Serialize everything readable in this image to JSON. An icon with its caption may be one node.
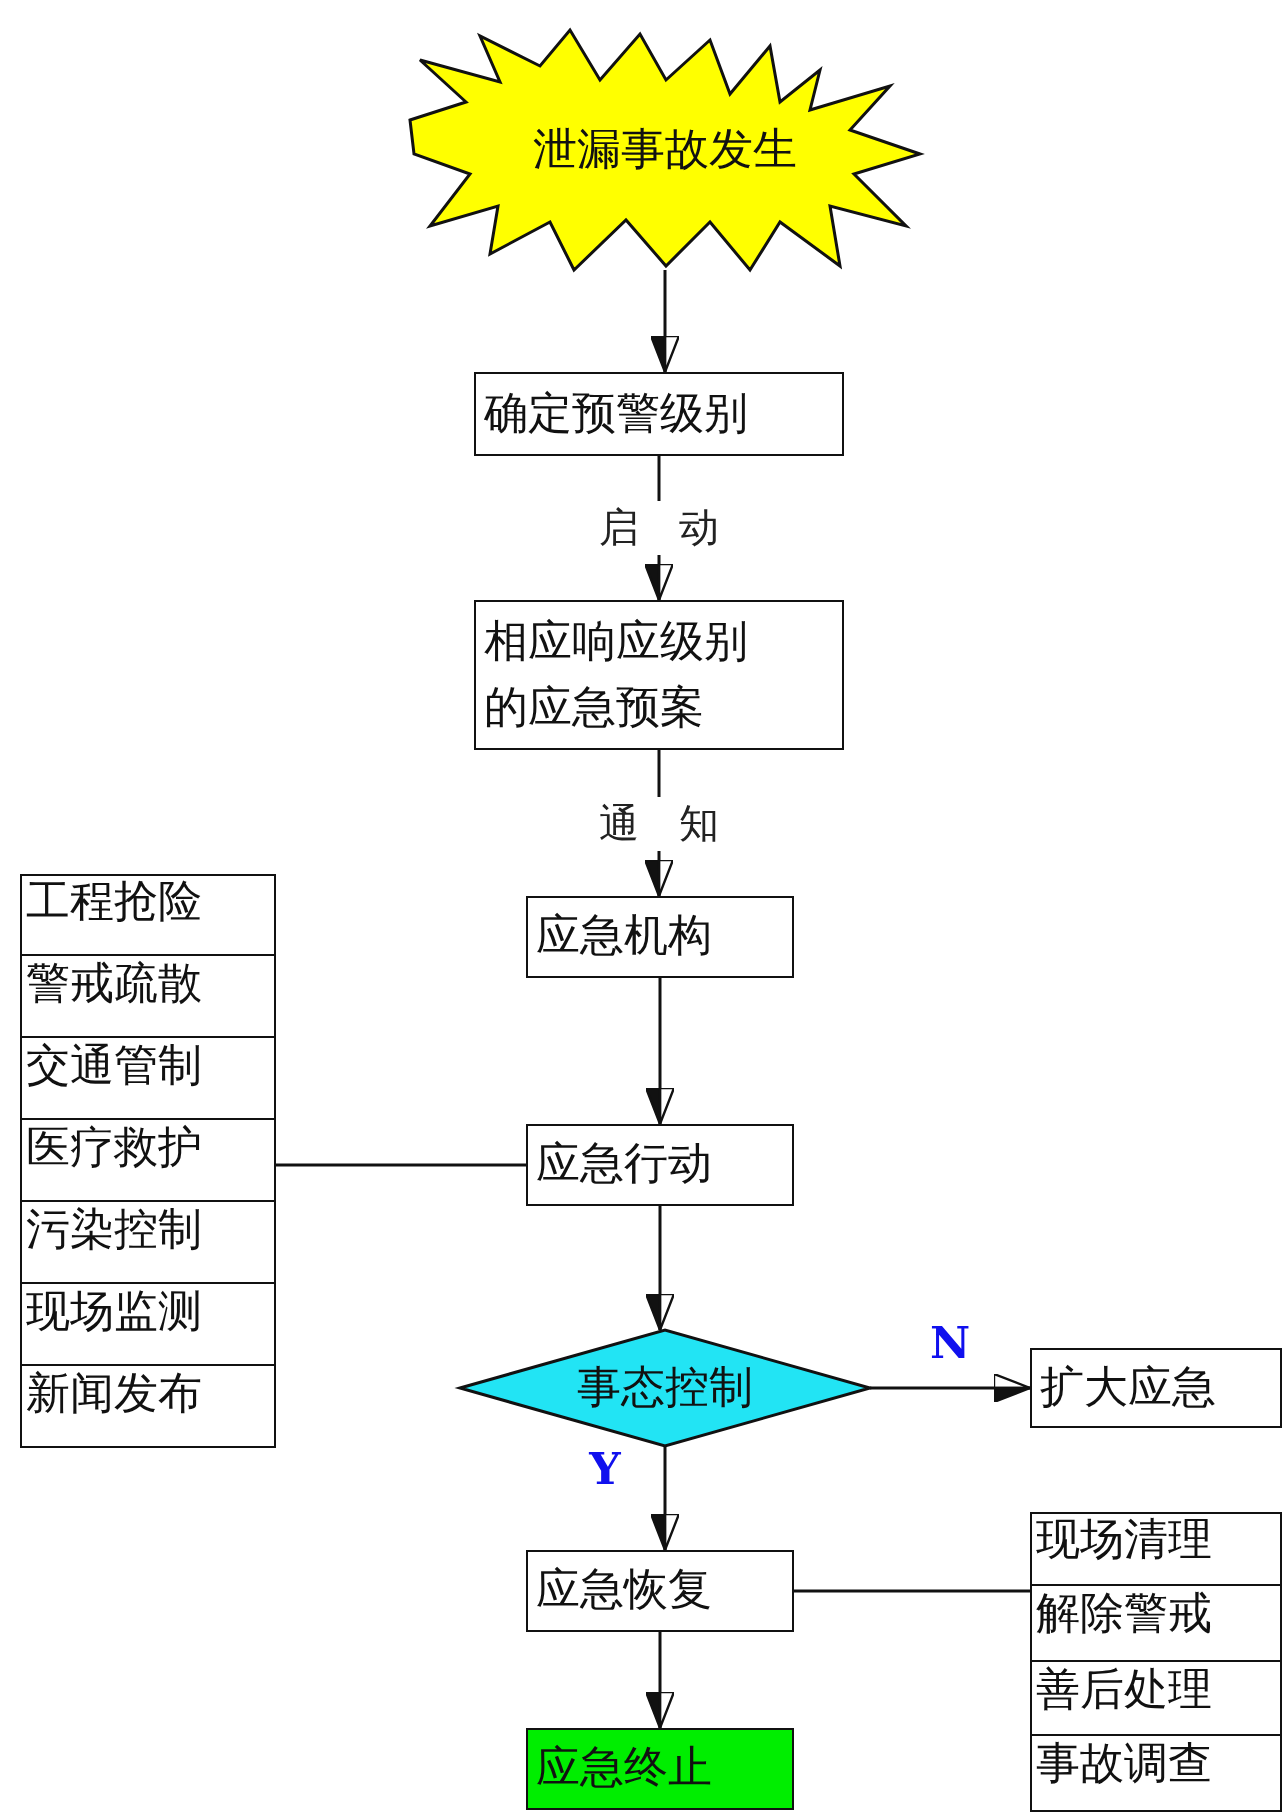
{
  "diagram": {
    "nodes": [
      {
        "text": [
          "泄漏事故发生"
        ]
      },
      {
        "text": [
          "确定预警级别"
        ]
      },
      {
        "text": [
          "相应响应级别的应急预案"
        ]
      },
      {
        "text": [
          "应急机构"
        ]
      },
      {
        "text": [
          "应急行动"
        ]
      },
      {
        "text": [
          "事态控制"
        ]
      },
      {
        "text": [
          "扩大应急"
        ]
      },
      {
        "text": [
          "应急恢复"
        ]
      },
      {
        "text": [
          "应急终止"
        ]
      },
      {
        "text": [],
        "shape": "box"
      },
      {
        "text": [
          "工程抢险"
        ],
        "in": 9
      },
      {
        "text": [
          "警戒疏散"
        ],
        "in": 9
      },
      {
        "text": [
          "交通管制"
        ],
        "in": 9
      },
      {
        "text": [
          "医疗救护"
        ],
        "in": 9
      },
      {
        "text": [
          "污染控制"
        ],
        "in": 9
      },
      {
        "text": [
          "现场监测"
        ],
        "in": 9
      },
      {
        "text": [
          "新闻发布"
        ],
        "in": 9
      },
      {
        "text": [],
        "shape": "box"
      },
      {
        "text": [
          "现场清理"
        ],
        "in": 17
      },
      {
        "text": [
          "解除警戒"
        ],
        "in": 17
      },
      {
        "text": [
          "善后处理"
        ],
        "in": 17
      },
      {
        "text": [
          "事故调查"
        ],
        "in": 17
      }
    ],
    "edges": [
      {
        "from": 0,
        "to": 1,
        "arrow": "to"
      },
      {
        "from": 1,
        "to": 2,
        "arrow": "to",
        "label": "启 动"
      },
      {
        "from": 2,
        "to": 3,
        "arrow": "to",
        "label": "通 知"
      },
      {
        "from": 3,
        "to": 4,
        "arrow": "to"
      },
      {
        "from": 4,
        "to": 9,
        "arrow": "none"
      },
      {
        "from": 4,
        "to": 5,
        "arrow": "to"
      },
      {
        "from": 5,
        "to": 6,
        "arrow": "to",
        "label": "N"
      },
      {
        "from": 5,
        "to": 7,
        "arrow": "to",
        "label": "Y"
      },
      {
        "from": 7,
        "to": 8,
        "arrow": "to"
      },
      {
        "from": 7,
        "to": 17,
        "arrow": "none"
      }
    ]
  }
}
